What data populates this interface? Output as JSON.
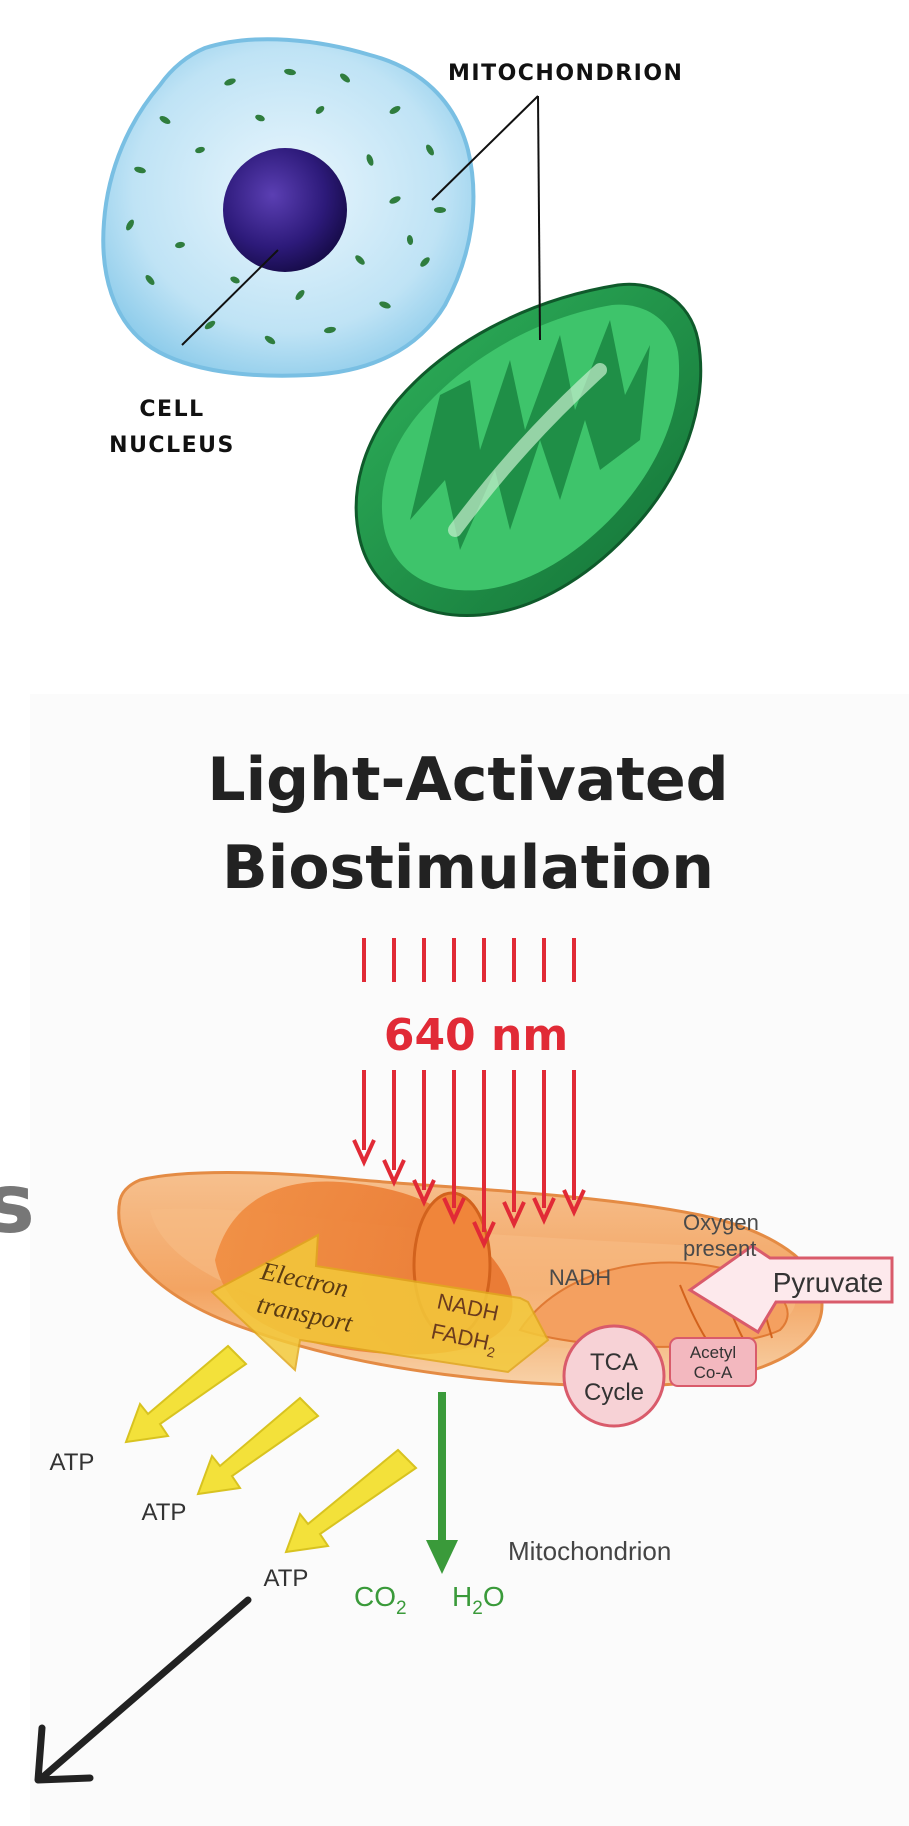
{
  "top_diagram": {
    "mitochondrion_label": "MITOCHONDRION",
    "cell_label_line1": "CELL",
    "cell_label_line2": "NUCLEUS"
  },
  "bottom_diagram": {
    "title_line1": "Light-Activated",
    "title_line2": "Biostimulation",
    "wavelength": "640 nm",
    "electron_line1": "Electron",
    "electron_line2": "transport",
    "nadh_top": "NADH",
    "nadh_inner": "NADH",
    "fadh": "FADH",
    "fadh_sub": "2",
    "tca_line1": "TCA",
    "tca_line2": "Cycle",
    "acetyl_line1": "Acetyl",
    "acetyl_line2": "Co-A",
    "oxygen_line1": "Oxygen",
    "oxygen_line2": "present",
    "pyruvate": "Pyruvate",
    "atp_1": "ATP",
    "atp_2": "ATP",
    "atp_3": "ATP",
    "co2": "CO",
    "co2_sub": "2",
    "h2o_h": "H",
    "h2o_sub": "2",
    "h2o_o": "O",
    "mitochondrion_label": "Mitochondrion"
  },
  "edge_glyph": "s",
  "colors": {
    "cell_fill": "#bfe3f5",
    "nucleus": "#2d1a7a",
    "mito_green": "#1e9a4a",
    "mito_orange": "#f3a462",
    "light_red": "#e12a36",
    "atp_yellow": "#f3e13a",
    "co2_green": "#3a9a3a"
  }
}
